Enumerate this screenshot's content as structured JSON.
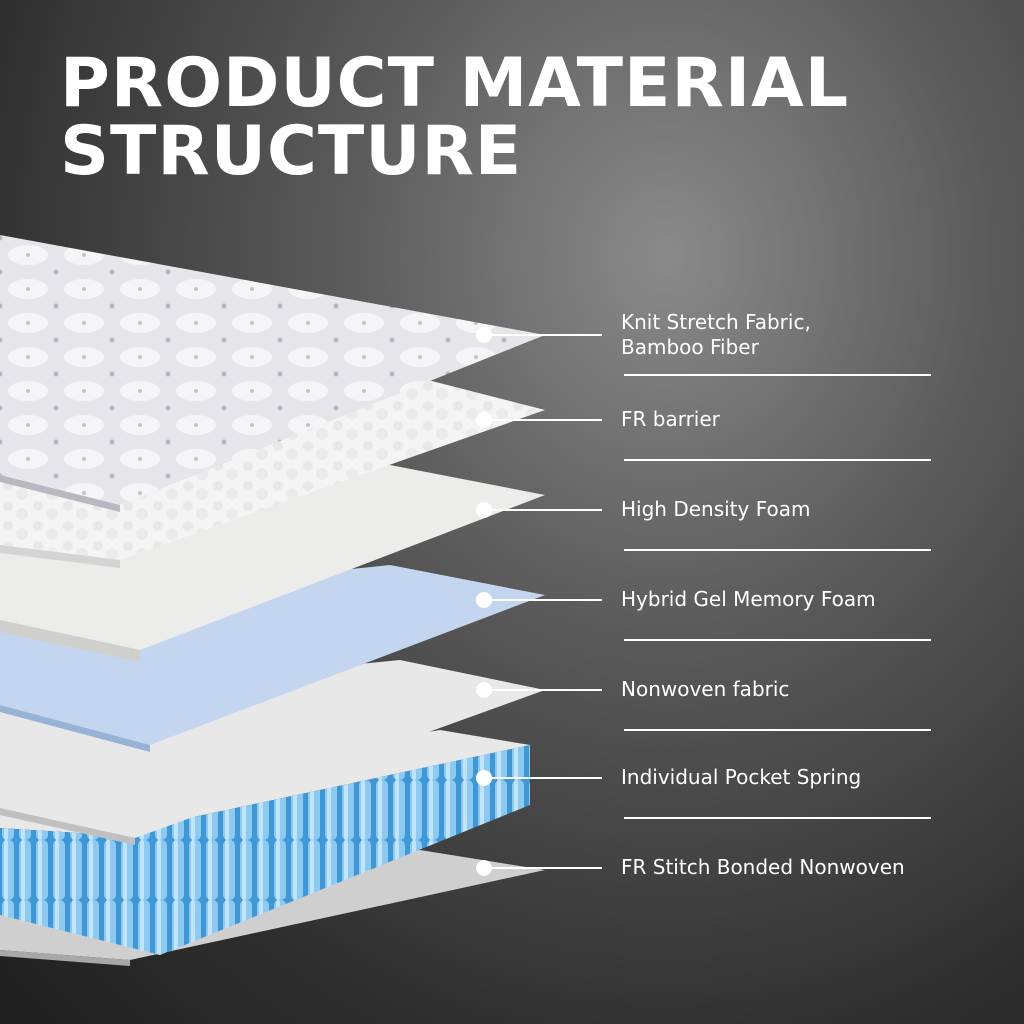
{
  "title": {
    "line1": "PRODUCT MATERIAL",
    "line2": "STRUCTURE"
  },
  "layers": [
    {
      "id": "knit",
      "label": "Knit Stretch Fabric,\nBamboo Fiber",
      "color": "#eeeef2"
    },
    {
      "id": "fr-barrier",
      "label": "FR barrier",
      "color": "#f2f2f2"
    },
    {
      "id": "high-density",
      "label": "High Density Foam",
      "color": "#ececea"
    },
    {
      "id": "gel",
      "label": "Hybrid Gel Memory Foam",
      "color": "#c4d6ef"
    },
    {
      "id": "nonwoven",
      "label": "Nonwoven fabric",
      "color": "#e8e8e8"
    },
    {
      "id": "pocket-spring",
      "label": "Individual Pocket Spring",
      "color": "#5aaee3"
    },
    {
      "id": "fr-stitch",
      "label": "FR Stitch Bonded Nonwoven",
      "color": "#cfcfcf"
    }
  ]
}
